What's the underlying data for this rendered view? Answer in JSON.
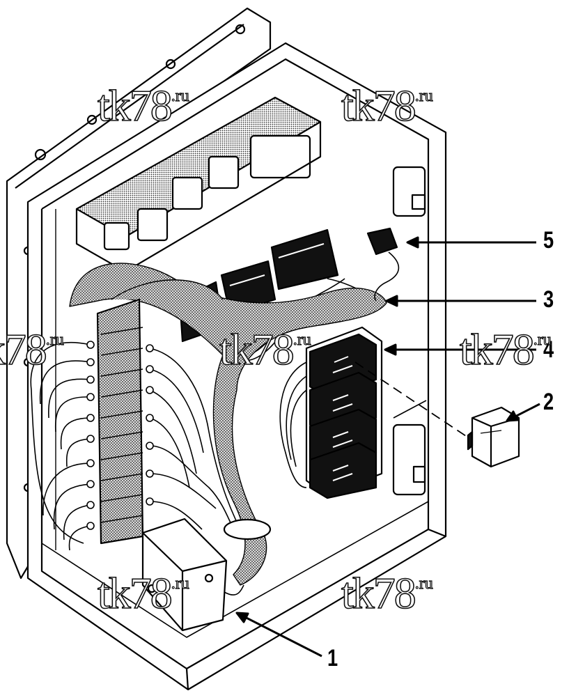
{
  "callouts": {
    "c1": "1",
    "c2": "2",
    "c3": "3",
    "c4": "4",
    "c5": "5"
  },
  "watermark": {
    "main": "tk78",
    "suffix": ".ru"
  },
  "colors": {
    "line": "#000000",
    "background": "#ffffff",
    "hatch": "#8a8a8a"
  }
}
